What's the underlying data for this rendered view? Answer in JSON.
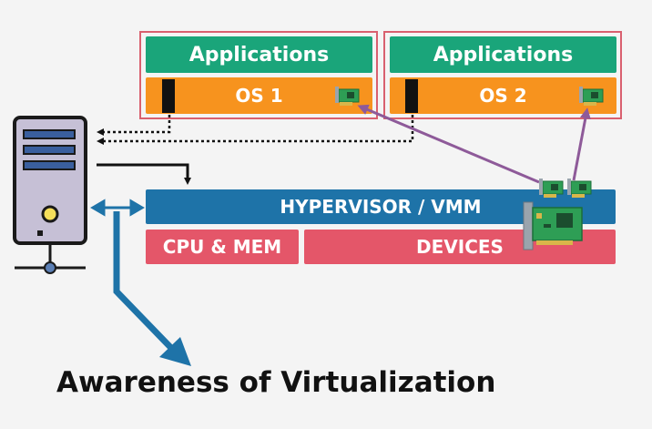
{
  "vms": [
    {
      "apps_label": "Applications",
      "os_label": "OS 1"
    },
    {
      "apps_label": "Applications",
      "os_label": "OS 2"
    }
  ],
  "hypervisor": {
    "label": "HYPERVISOR / VMM"
  },
  "hardware": {
    "cpu_label": "CPU & MEM",
    "devices_label": "DEVICES"
  },
  "caption": "Awareness of Virtualization",
  "colors": {
    "applications": "#1aa57a",
    "os": "#f7931e",
    "hypervisor": "#1e73a8",
    "hardware": "#e45669",
    "vm_border": "#d9606f",
    "passthrough_arrow": "#8e5a99",
    "awareness_arrow": "#1e73a8"
  },
  "icons": [
    "server-icon",
    "network-card-icon"
  ]
}
